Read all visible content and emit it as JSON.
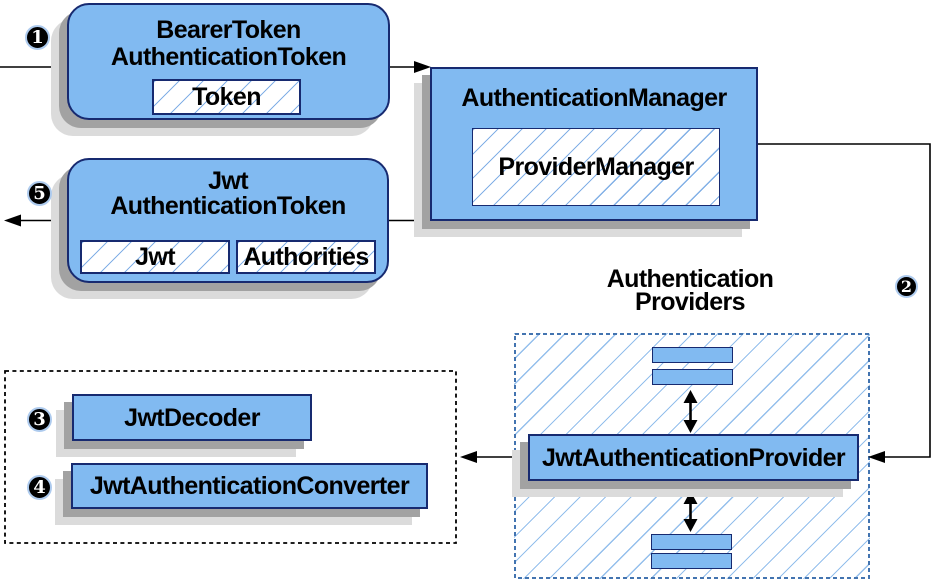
{
  "colors": {
    "node_fill": "#81BAF1",
    "node_border": "#172A70",
    "hatch_line": "#94BFEC",
    "hatch_strong": "#82B0E6",
    "shadow_dark": "#A2A2A2",
    "shadow_light": "#DBDBDB",
    "dash_border": "#4374B0",
    "dot_border": "#000000",
    "arrow": "#000000",
    "badge_bg": "#000000",
    "badge_fg": "#FFFFFF",
    "badge_ring": "#AECBEE"
  },
  "nodes": {
    "bearer_token": {
      "title_line1": "BearerToken",
      "title_line2": "AuthenticationToken",
      "child": "Token"
    },
    "authentication_manager": {
      "title": "AuthenticationManager",
      "child": "ProviderManager"
    },
    "jwt_authentication_token": {
      "title_line1": "Jwt",
      "title_line2": "AuthenticationToken",
      "child1": "Jwt",
      "child2": "Authorities"
    },
    "authentication_providers": {
      "label_line1": "Authentication",
      "label_line2": "Providers"
    },
    "jwt_authentication_provider": {
      "title": "JwtAuthenticationProvider"
    },
    "jwt_decoder": {
      "title": "JwtDecoder"
    },
    "jwt_authentication_converter": {
      "title": "JwtAuthenticationConverter"
    }
  },
  "badges": {
    "step1": "1",
    "step2": "2",
    "step3": "3",
    "step4": "4",
    "step5": "5"
  }
}
